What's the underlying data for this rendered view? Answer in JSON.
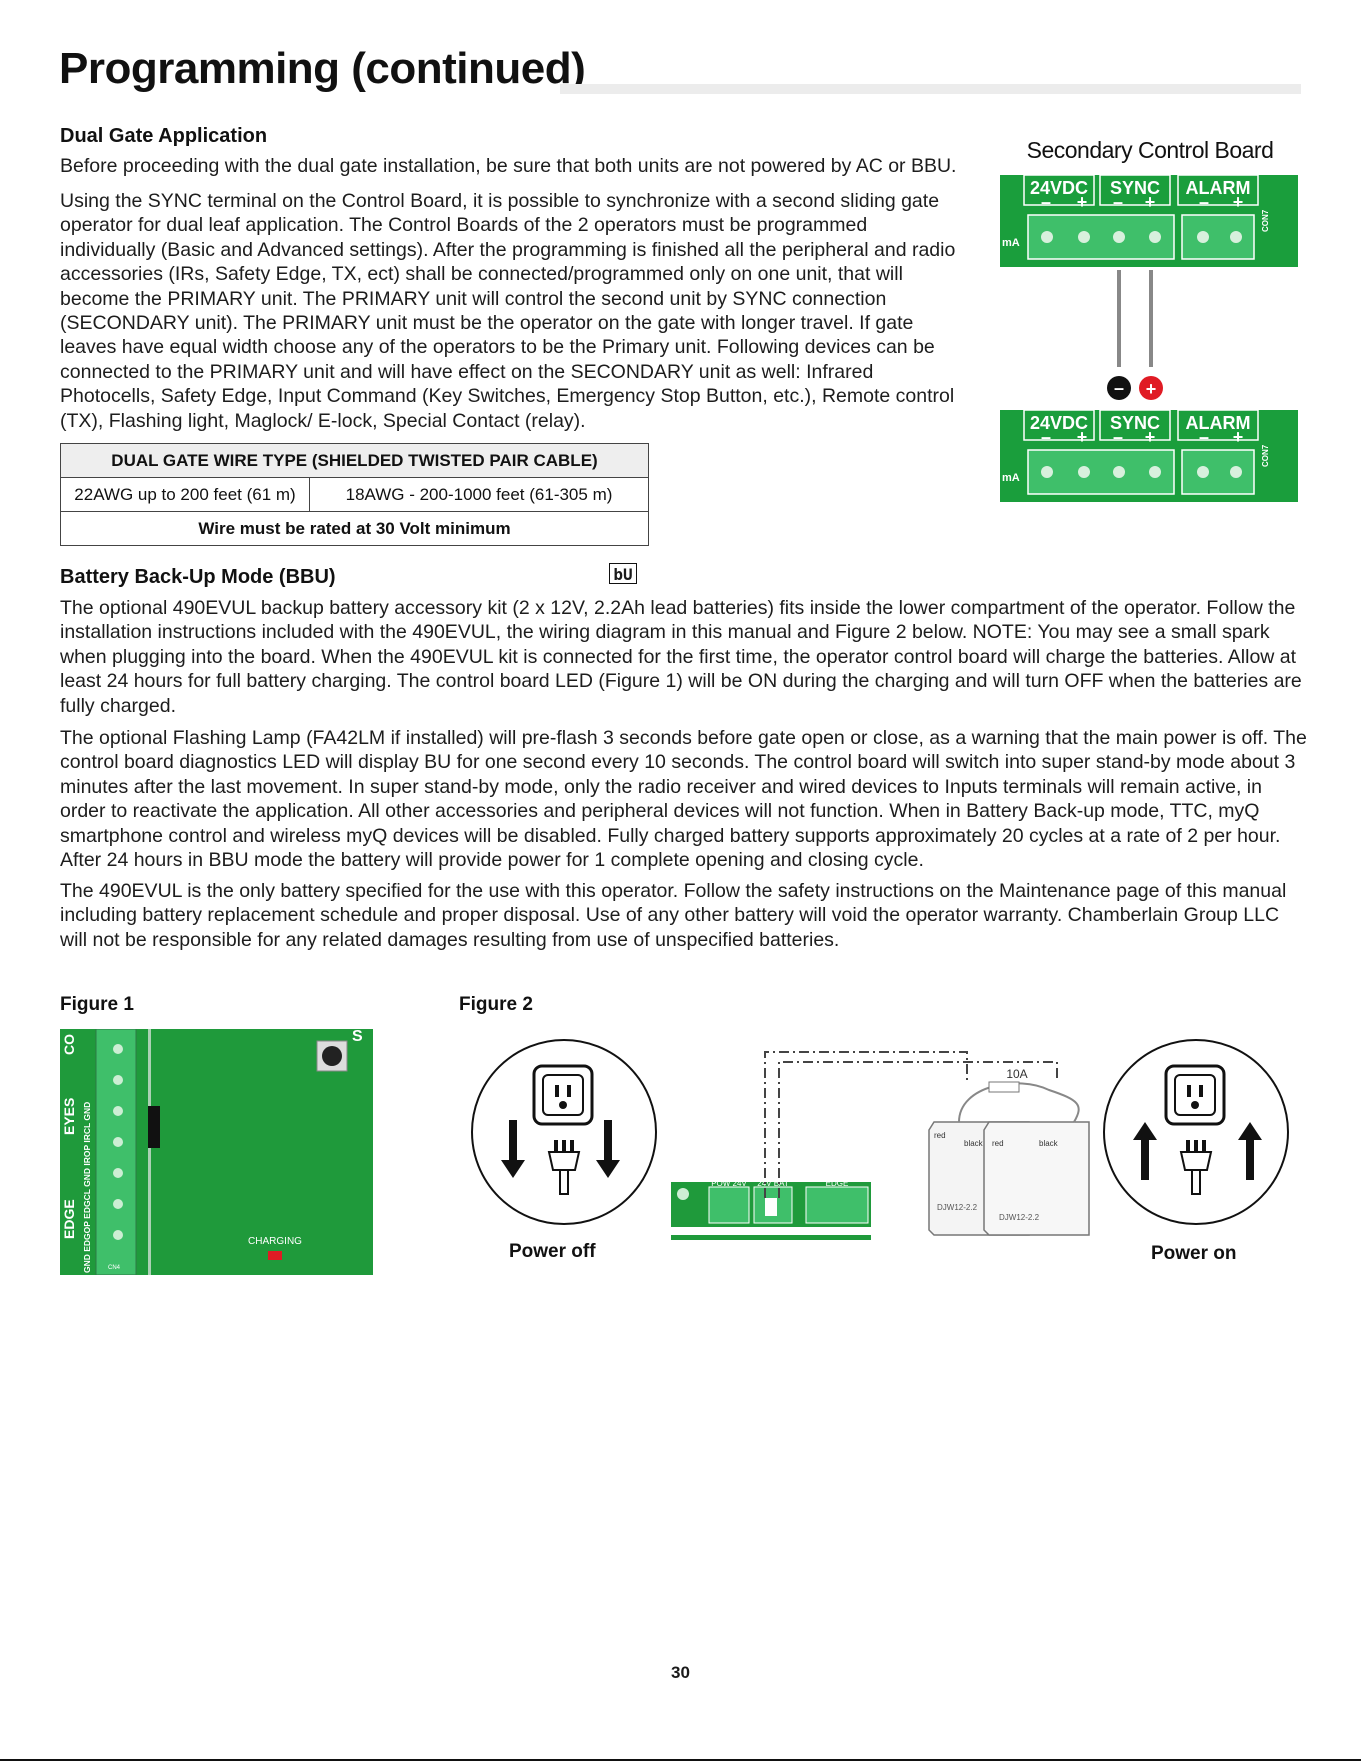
{
  "page": {
    "title": "Programming (continued)",
    "page_number": "30"
  },
  "dual_gate": {
    "heading": "Dual Gate Application",
    "para1": "Before proceeding with the dual gate installation, be sure that both units are not powered by AC or BBU.",
    "para2": "Using the SYNC terminal on the Control Board, it is possible to synchronize with a second sliding gate operator for dual leaf application. The Control Boards of the 2 operators must be programmed individually (Basic and Advanced settings). After the programming is finished all the peripheral and radio accessories (IRs, Safety Edge, TX, ect) shall be connected/programmed only on one unit, that will become the PRIMARY unit. The PRIMARY unit will control the second unit by SYNC connection (SECONDARY unit). The PRIMARY unit must be the operator on the gate with longer travel. If gate leaves have equal width choose any of the operators to be the Primary unit. Following devices can be connected to the PRIMARY unit and will have effect on the SECONDARY unit as well: Infrared Photocells, Safety Edge, Input Command (Key Switches, Emergency Stop Button, etc.), Remote control (TX), Flashing light, Maglock/ E-lock, Special Contact (relay)."
  },
  "wire_table": {
    "header": "DUAL GATE WIRE TYPE (SHIELDED TWISTED PAIR CABLE)",
    "row": [
      "22AWG up to 200 feet (61 m)",
      "18AWG - 200-1000 feet (61-305 m)"
    ],
    "footer": "Wire must be rated at 30 Volt minimum"
  },
  "sync_diagram": {
    "title": "Secondary Control Board",
    "top_board": {
      "terminals": [
        {
          "label": "24VDC",
          "signs": [
            "–",
            "+"
          ]
        },
        {
          "label": "SYNC",
          "signs": [
            "–",
            "+"
          ]
        },
        {
          "label": "ALARM",
          "signs": [
            "–",
            "+"
          ]
        }
      ],
      "side_left": "mA",
      "side_right": "CON7"
    },
    "bottom_board": {
      "terminals": [
        {
          "label": "24VDC",
          "signs": [
            "–",
            "+"
          ]
        },
        {
          "label": "SYNC",
          "signs": [
            "–",
            "+"
          ]
        },
        {
          "label": "ALARM",
          "signs": [
            "–",
            "+"
          ]
        }
      ],
      "side_left": "mA",
      "side_right": "CON7"
    },
    "neg_symbol": "–",
    "pos_symbol": "+",
    "colors": {
      "board": "#1a9e3c",
      "connector": "#3fbf6a",
      "negative": "#111111",
      "positive": "#e01b24"
    }
  },
  "bbu": {
    "heading": "Battery Back-Up Mode (BBU)",
    "badge": "bU",
    "para1": "The optional 490EVUL backup battery accessory kit (2 x 12V, 2.2Ah lead batteries) fits inside the lower compartment of the operator. Follow the installation instructions included with the 490EVUL, the wiring diagram in this manual and Figure 2 below. NOTE: You may see a small spark when plugging into the board. When the 490EVUL kit is connected for the first time, the operator control board will charge the batteries. Allow at least 24 hours for full battery charging. The control board LED (Figure 1) will be ON during the charging and will turn OFF when the batteries are fully charged.",
    "para2": "The optional Flashing Lamp (FA42LM if installed) will pre-flash 3 seconds before gate open or close, as a warning that the main power is off. The control board diagnostics LED will display BU for one second every 10 seconds. The control board will switch into super stand-by mode about 3 minutes after the last movement. In super stand-by mode, only the radio receiver and wired devices to Inputs terminals will remain active, in order to reactivate the application. All other accessories and peripheral devices will not function. When in Battery Back-up mode, TTC, myQ smartphone control and wireless myQ devices will be disabled. Fully charged battery supports approximately 20 cycles at a rate of 2 per hour. After 24 hours in BBU mode the battery will provide power for 1 complete opening and closing cycle.",
    "para3": "The 490EVUL is the only battery specified for the use with this operator. Follow the safety instructions on the Maintenance page of this manual including battery replacement schedule and proper disposal. Use of any other battery will void the operator warranty. Chamberlain Group LLC will not be responsible for any related damages resulting from use of unspecified batteries."
  },
  "figure1": {
    "caption": "Figure 1",
    "vertical_labels": [
      "EDGE",
      "EYES",
      "CO"
    ],
    "pin_labels": "GND EDGOP EDGCL GND IROP IRCL GND",
    "connector_label": "CN4",
    "led_label": "CHARGING",
    "button_label": "S"
  },
  "figure2": {
    "caption": "Figure 2",
    "power_off_label": "Power off",
    "power_on_label": "Power on",
    "fuse_label": "10A",
    "board_labels": [
      "POW 24V",
      "24V BAT",
      "EDGE"
    ],
    "battery_labels": [
      "red",
      "black",
      "red",
      "black"
    ],
    "battery_model": "DJW12-2.2"
  }
}
